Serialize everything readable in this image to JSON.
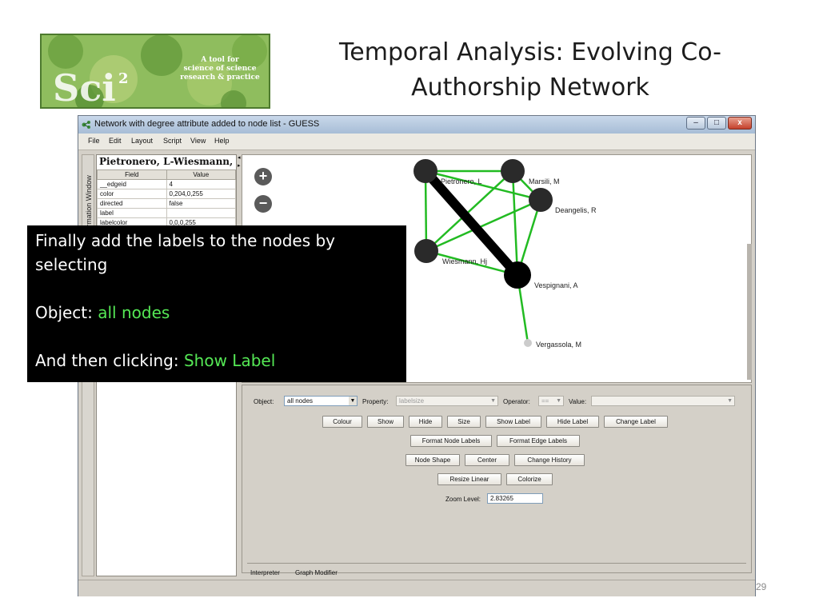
{
  "slide": {
    "title_line1": "Temporal Analysis: Evolving Co-",
    "title_line2": "Authorship Network",
    "page_number": "29",
    "logo": {
      "text_lines": [
        "A tool for",
        "science of science",
        "research & practice"
      ],
      "colors": {
        "background": "#86b65a",
        "text": "#ffffff"
      }
    }
  },
  "window": {
    "title": "Network with degree attribute added to node list - GUESS",
    "controls": {
      "minimize": "–",
      "maximize": "□",
      "close": "x"
    },
    "menu": [
      {
        "id": "file",
        "label": "File"
      },
      {
        "id": "edit",
        "label": "Edit"
      },
      {
        "id": "layout",
        "label": "Layout"
      },
      {
        "id": "script",
        "label": "Script"
      },
      {
        "id": "view",
        "label": "View"
      },
      {
        "id": "help",
        "label": "Help"
      }
    ]
  },
  "info_panel": {
    "tab_label": "Information Window",
    "node_name": "Pietronero, L-Wiesmann, Hj",
    "headers": {
      "field": "Field",
      "value": "Value"
    },
    "rows": [
      {
        "field": "__edgeid",
        "value": "4"
      },
      {
        "field": "color",
        "value": "0,204,0,255"
      },
      {
        "field": "directed",
        "value": "false"
      },
      {
        "field": "label",
        "value": ""
      },
      {
        "field": "labelcolor",
        "value": "0,0,0,255"
      }
    ]
  },
  "graph": {
    "zoom_in": "+",
    "zoom_out": "−",
    "nodes": [
      {
        "id": "pietronero",
        "label": "Pietronero, L"
      },
      {
        "id": "marsili",
        "label": "Marsili, M"
      },
      {
        "id": "deangelis",
        "label": "Deangelis, R"
      },
      {
        "id": "wiesmann",
        "label": "Wiesmann, Hj"
      },
      {
        "id": "vespignani",
        "label": "Vespignani, A"
      },
      {
        "id": "vergassola",
        "label": "Vergassola, M"
      }
    ],
    "colors": {
      "edge": "#22bb22",
      "node": "#2a2a2a",
      "heavy_edge": "#000000",
      "isolated_node": "#cccccc"
    }
  },
  "modifier": {
    "object_label": "Object:",
    "object_value": "all nodes",
    "property_label": "Property:",
    "property_value": "labelsize",
    "operator_label": "Operator:",
    "operator_value": "==",
    "value_label": "Value:",
    "value_value": "",
    "buttons": {
      "colour": "Colour",
      "show": "Show",
      "hide": "Hide",
      "size": "Size",
      "show_label": "Show Label",
      "hide_label": "Hide Label",
      "change_label": "Change Label",
      "format_node_labels": "Format Node Labels",
      "format_edge_labels": "Format Edge Labels",
      "node_shape": "Node Shape",
      "center": "Center",
      "change_history": "Change History",
      "resize_linear": "Resize Linear",
      "colorize": "Colorize"
    },
    "zoom_level_label": "Zoom Level:",
    "zoom_level_value": "2.83265",
    "tabs": {
      "interpreter": "Interpreter",
      "graph_modifier": "Graph Modifier"
    }
  },
  "callout": {
    "line1": "Finally add the labels to the nodes by selecting",
    "object_prefix": "Object: ",
    "object_value": "all nodes",
    "click_prefix": "And then clicking: ",
    "click_value": "Show Label",
    "colors": {
      "background": "#000000",
      "text": "#ffffff",
      "highlight": "#55e855"
    }
  }
}
